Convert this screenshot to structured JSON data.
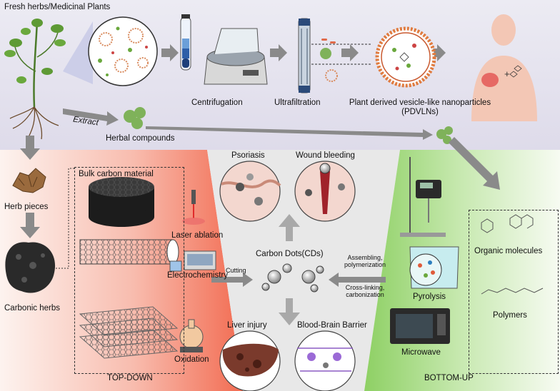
{
  "top_band": {
    "source_label": "Fresh herbs/Medicinal Plants",
    "centrifugation": "Centrifugation",
    "ultrafiltration": "Ultrafiltration",
    "pdvln_line1": "Plant derived vesicle-like nanoparticles",
    "pdvln_line2": "(PDVLNs)",
    "extract": "Extract",
    "herbal_compounds": "Herbal compounds"
  },
  "left": {
    "herb_pieces": "Herb pieces",
    "carbonic_herbs": "Carbonic herbs",
    "bulk_carbon": "Bulk carbon material",
    "laser_ablation": "Laser ablation",
    "electrochemistry": "Electrochemistry",
    "oxidation": "Oxidation",
    "cutting": "Cutting",
    "top_down": "TOP-DOWN"
  },
  "center": {
    "psoriasis": "Psoriasis",
    "wound_bleeding": "Wound bleeding",
    "carbon_dots": "Carbon Dots(CDs)",
    "liver_injury": "Liver injury",
    "bbb": "Blood-Brain Barrier"
  },
  "right": {
    "assembling1": "Assembling,",
    "assembling2": "polymerization",
    "crosslinking1": "Cross-linking,",
    "crosslinking2": "carbonization",
    "pyrolysis": "Pyrolysis",
    "microwave": "Microwave",
    "organic_molecules": "Organic molecules",
    "polymers": "Polymers",
    "bottom_up": "BOTTOM-UP"
  },
  "colors": {
    "top_band": "#e6e3ef",
    "top_down_band": "#f59a86",
    "center_band": "#e9e9e9",
    "bottom_up_band": "#a9d98a",
    "arrow": "#8a8a8a"
  }
}
